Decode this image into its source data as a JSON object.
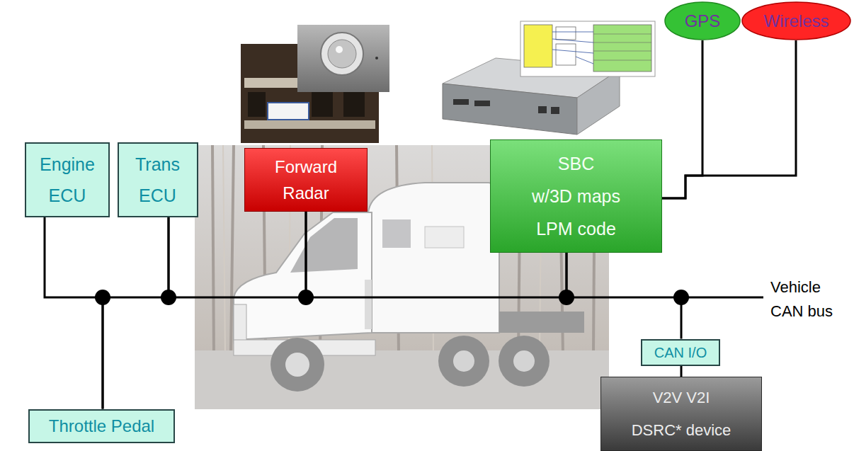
{
  "diagram": {
    "nodes": [
      {
        "text": [
          "GPS"
        ]
      },
      {
        "text": [
          "Wireless"
        ]
      },
      {
        "text": [
          "Engine ECU"
        ]
      },
      {
        "text": [
          "Trans ECU"
        ]
      },
      {
        "text": [
          "Forward Radar"
        ]
      },
      {
        "text": [
          "SBC",
          "w/3D maps LPM code"
        ]
      },
      {
        "text": [
          "CAN I/O"
        ]
      },
      {
        "text": [
          "Throttle Pedal"
        ]
      },
      {
        "text": [
          "V2V V2I DSRC* device"
        ]
      }
    ],
    "edges": [
      {
        "from": 2,
        "to": 7,
        "arrow": "none"
      },
      {
        "from": 7,
        "to": 3,
        "arrow": "none"
      },
      {
        "from": 3,
        "to": 4,
        "arrow": "none"
      },
      {
        "from": 4,
        "to": 5,
        "arrow": "none"
      },
      {
        "from": 5,
        "to": 6,
        "arrow": "none"
      },
      {
        "from": 6,
        "to": 8,
        "arrow": "none"
      },
      {
        "from": 0,
        "to": 5,
        "arrow": "none"
      },
      {
        "from": 1,
        "to": 5,
        "arrow": "none"
      }
    ],
    "labels": [
      "Vehicle CAN bus"
    ]
  }
}
